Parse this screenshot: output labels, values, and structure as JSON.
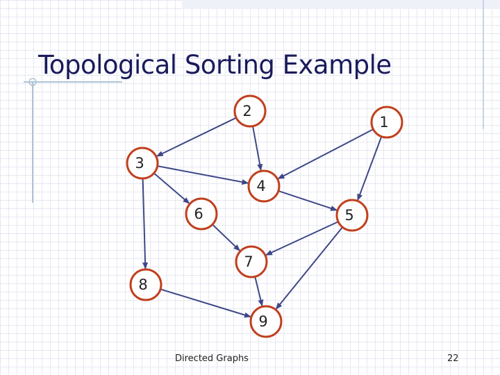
{
  "slide": {
    "title": "Topological Sorting Example",
    "footer_label": "Directed Graphs",
    "page_number": "22"
  },
  "graph": {
    "nodes": [
      {
        "id": "n2",
        "label": "2"
      },
      {
        "id": "n1",
        "label": "1"
      },
      {
        "id": "n3",
        "label": "3"
      },
      {
        "id": "n4",
        "label": "4"
      },
      {
        "id": "n6",
        "label": "6"
      },
      {
        "id": "n5",
        "label": "5"
      },
      {
        "id": "n7",
        "label": "7"
      },
      {
        "id": "n8",
        "label": "8"
      },
      {
        "id": "n9",
        "label": "9"
      }
    ],
    "edges": [
      {
        "from": "2",
        "to": "3"
      },
      {
        "from": "2",
        "to": "4"
      },
      {
        "from": "1",
        "to": "4"
      },
      {
        "from": "1",
        "to": "5"
      },
      {
        "from": "3",
        "to": "4"
      },
      {
        "from": "3",
        "to": "6"
      },
      {
        "from": "3",
        "to": "8"
      },
      {
        "from": "4",
        "to": "5"
      },
      {
        "from": "5",
        "to": "7"
      },
      {
        "from": "5",
        "to": "9"
      },
      {
        "from": "6",
        "to": "7"
      },
      {
        "from": "7",
        "to": "9"
      },
      {
        "from": "8",
        "to": "9"
      }
    ]
  },
  "colors": {
    "node_stroke": "#c0401e",
    "edge": "#3e4787",
    "title": "#1a1b5c",
    "accent_line": "#aec4d6"
  }
}
